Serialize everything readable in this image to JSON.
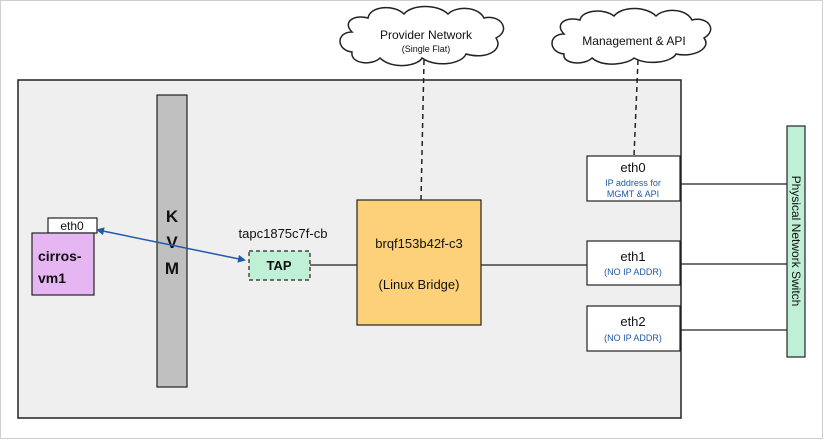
{
  "clouds": {
    "provider": {
      "title": "Provider Network",
      "subtitle": "(Single Flat)"
    },
    "management": {
      "title": "Management & API"
    }
  },
  "vm": {
    "iface": "eth0",
    "name_line1": "cirros-",
    "name_line2": "vm1"
  },
  "kvm": {
    "letters": [
      "K",
      "V",
      "M"
    ]
  },
  "tap": {
    "device": "tapc1875c7f-cb",
    "label": "TAP"
  },
  "bridge": {
    "name": "brqf153b42f-c3",
    "type": "(Linux Bridge)"
  },
  "nics": [
    {
      "name": "eth0",
      "note_line1": "IP address for",
      "note_line2": "MGMT & API"
    },
    {
      "name": "eth1",
      "note_line1": "(NO IP ADDR)",
      "note_line2": ""
    },
    {
      "name": "eth2",
      "note_line1": "(NO IP ADDR)",
      "note_line2": ""
    }
  ],
  "switch": {
    "label": "Physical Network Switch"
  },
  "colors": {
    "host_bg": "#efefef",
    "kvm": "#c0c0c0",
    "vm": "#e6b6f3",
    "tap": "#bff0d6",
    "bridge": "#fdd17a",
    "switch": "#bff0d6",
    "note_text": "#1f5aa6",
    "arrow": "#1f5aa6"
  }
}
